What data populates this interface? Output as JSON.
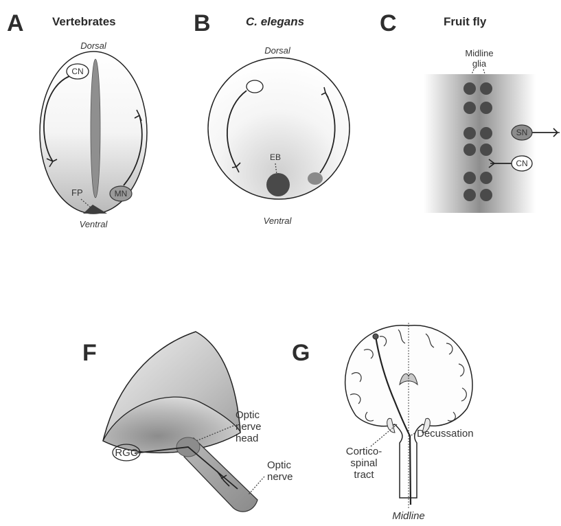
{
  "panels": {
    "a": {
      "letter": "A",
      "title": "Vertebrates",
      "dorsal": "Dorsal",
      "ventral": "Ventral",
      "cn": "CN",
      "fp": "FP",
      "mn": "MN"
    },
    "b": {
      "letter": "B",
      "title": "C. elegans",
      "dorsal": "Dorsal",
      "ventral": "Ventral",
      "eb": "EB"
    },
    "c": {
      "letter": "C",
      "title": "Fruit fly",
      "midline_line1": "Midline",
      "midline_line2": "glia",
      "sn": "SN",
      "cn": "CN"
    },
    "f": {
      "letter": "F",
      "rgc": "RGC",
      "onh_line1": "Optic",
      "onh_line2": "nerve",
      "onh_line3": "head",
      "on_line1": "Optic",
      "on_line2": "nerve"
    },
    "g": {
      "letter": "G",
      "decussation": "Decussation",
      "cst_line1": "Cortico-",
      "cst_line2": "spinal",
      "cst_line3": "tract",
      "midline": "Midline"
    }
  }
}
